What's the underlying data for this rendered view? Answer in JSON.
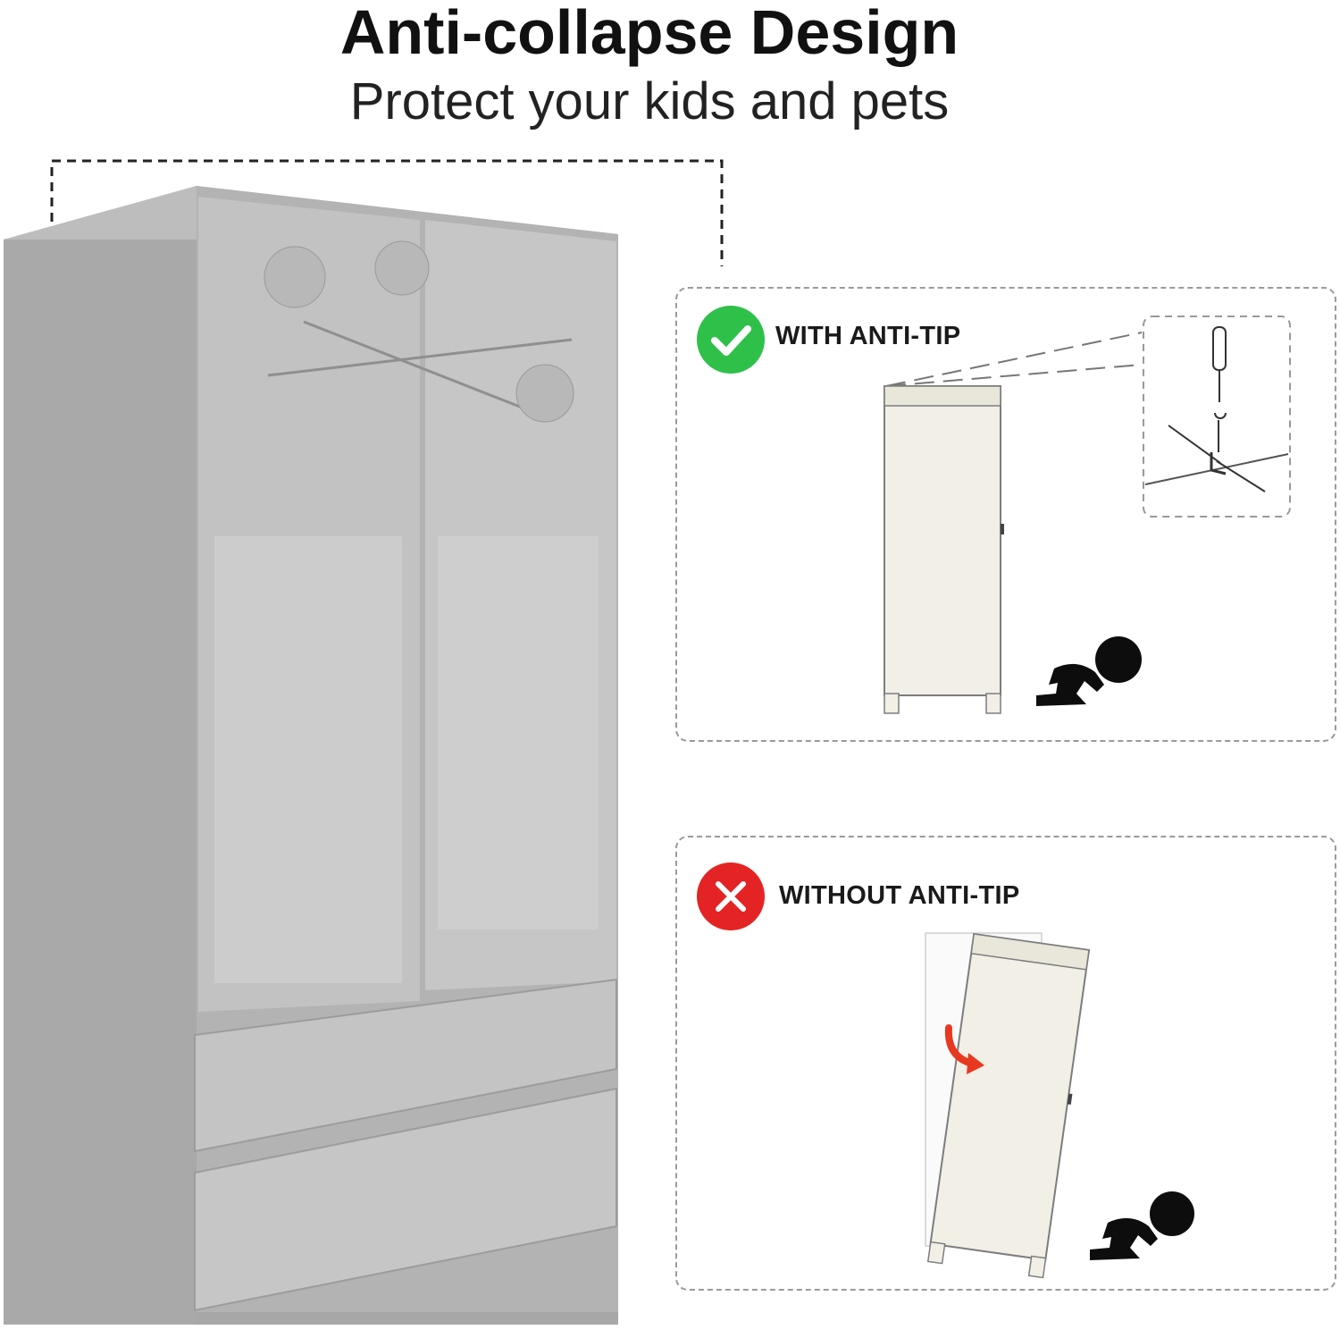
{
  "header": {
    "title": "Anti-collapse Design",
    "subtitle": "Protect your kids and pets"
  },
  "panels": {
    "with": {
      "label": "WITH ANTI-TIP",
      "icon": "check-icon",
      "color": "#2fc04a"
    },
    "without": {
      "label": "WITHOUT ANTI-TIP",
      "icon": "cross-icon",
      "color": "#e42424"
    }
  },
  "colors": {
    "wardrobe": "#b9b9b9",
    "cabinet_drawing": "#f1efe6",
    "tip_arrow": "#e8381f"
  }
}
